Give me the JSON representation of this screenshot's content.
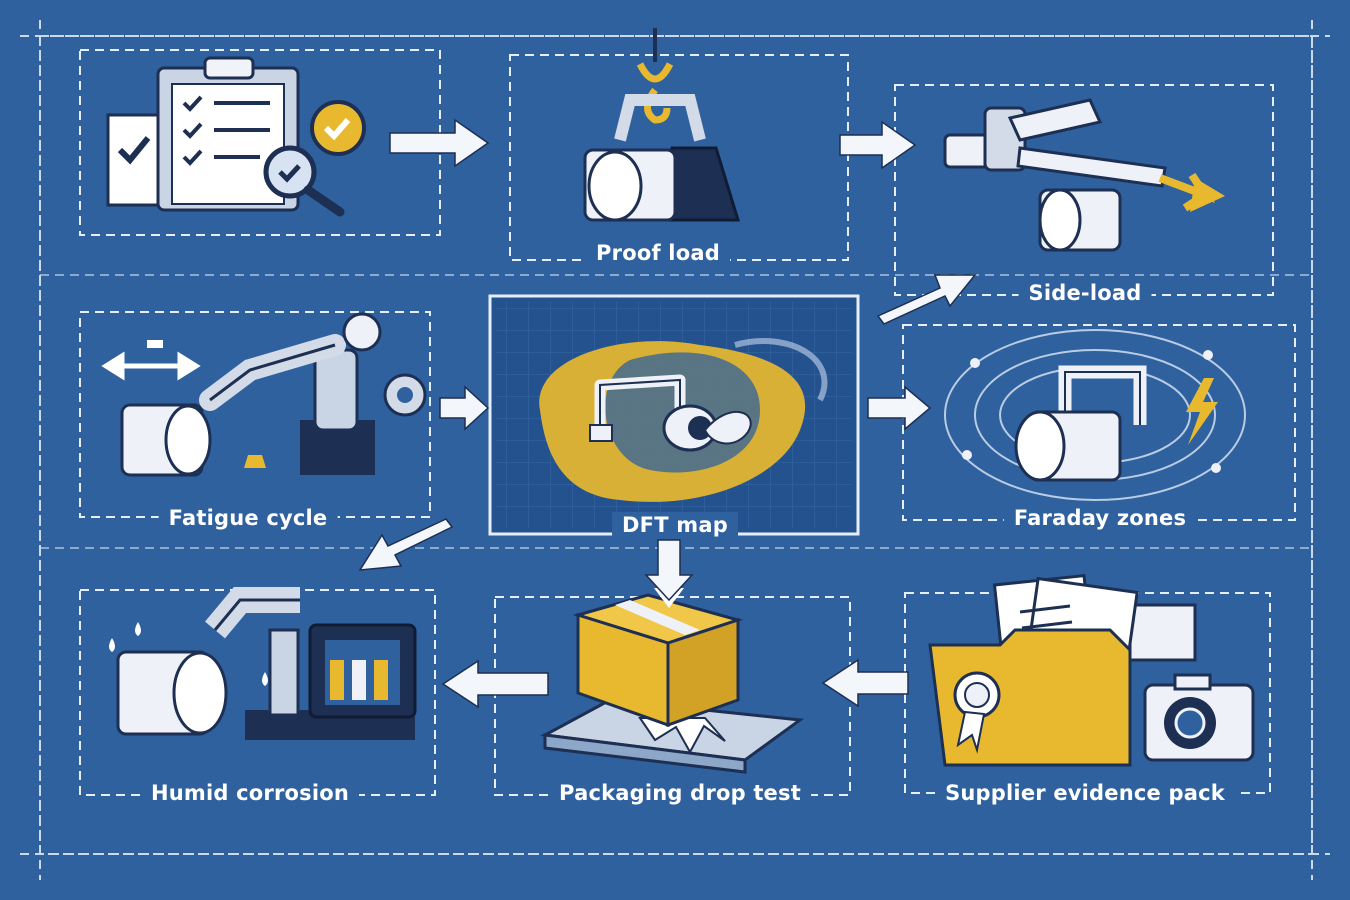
{
  "colors": {
    "background": "#2f619f",
    "line": "#dce7f5",
    "accent_yellow": "#e8b92f",
    "dark_navy": "#1d2f52",
    "white": "#ffffff"
  },
  "stages": [
    {
      "id": "checklist",
      "label": "",
      "icon": "checklist-clipboard-icon"
    },
    {
      "id": "proof-load",
      "label": "Proof load",
      "icon": "crane-hook-load-icon"
    },
    {
      "id": "side-load",
      "label": "Side-load",
      "icon": "side-load-arm-icon"
    },
    {
      "id": "fatigue-cycle",
      "label": "Fatigue cycle",
      "icon": "robot-arm-icon"
    },
    {
      "id": "dft-map",
      "label": "DFT map",
      "icon": "heatmap-icon"
    },
    {
      "id": "faraday-zones",
      "label": "Faraday zones",
      "icon": "lightning-bolt-icon"
    },
    {
      "id": "humid-corrosion",
      "label": "Humid corrosion",
      "icon": "humidity-chamber-icon"
    },
    {
      "id": "packaging-drop-test",
      "label": "Packaging drop test",
      "icon": "package-drop-icon"
    },
    {
      "id": "supplier-evidence-pack",
      "label": "Supplier evidence pack",
      "icon": "folder-camera-icon"
    }
  ]
}
